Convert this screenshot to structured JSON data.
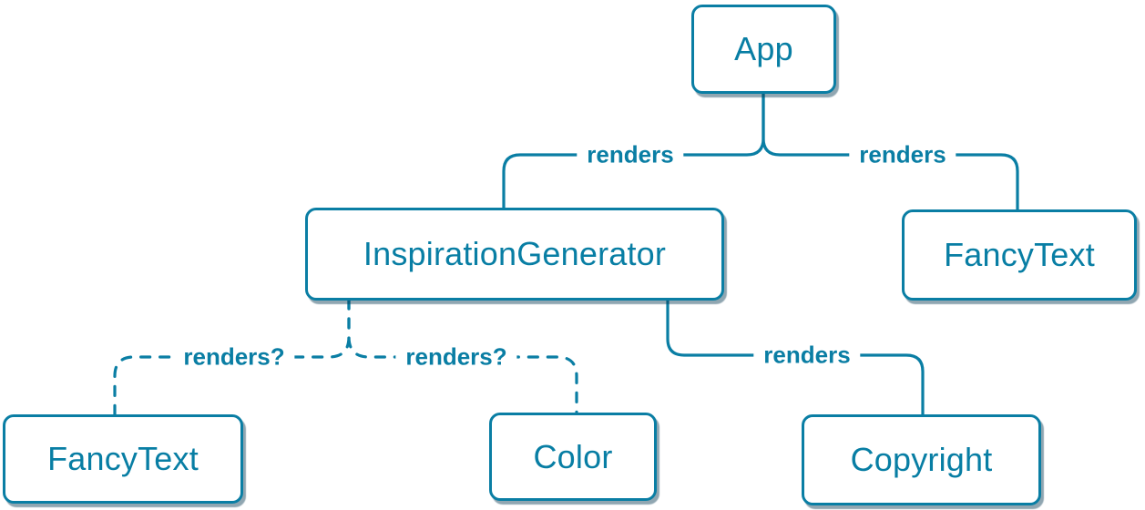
{
  "diagram_type": "component-render-tree",
  "colors": {
    "accent": "#0a7ea4",
    "node_text": "#087ea4",
    "node_fill": "#ffffff",
    "node_shadow": "#083a52",
    "background": "#ffffff"
  },
  "nodes": {
    "app": {
      "label": "App"
    },
    "inspiration_generator": {
      "label": "InspirationGenerator"
    },
    "fancy_text_top": {
      "label": "FancyText"
    },
    "fancy_text_bottom": {
      "label": "FancyText"
    },
    "color": {
      "label": "Color"
    },
    "copyright": {
      "label": "Copyright"
    }
  },
  "edges": {
    "app_to_inspiration_generator": {
      "from": "App",
      "to": "InspirationGenerator",
      "label": "renders",
      "style": "solid"
    },
    "app_to_fancy_text": {
      "from": "App",
      "to": "FancyText",
      "label": "renders",
      "style": "solid"
    },
    "inspiration_generator_to_fancy_text": {
      "from": "InspirationGenerator",
      "to": "FancyText",
      "label": "renders?",
      "style": "dashed"
    },
    "inspiration_generator_to_color": {
      "from": "InspirationGenerator",
      "to": "Color",
      "label": "renders?",
      "style": "dashed"
    },
    "inspiration_generator_to_copyright": {
      "from": "InspirationGenerator",
      "to": "Copyright",
      "label": "renders",
      "style": "solid"
    }
  }
}
